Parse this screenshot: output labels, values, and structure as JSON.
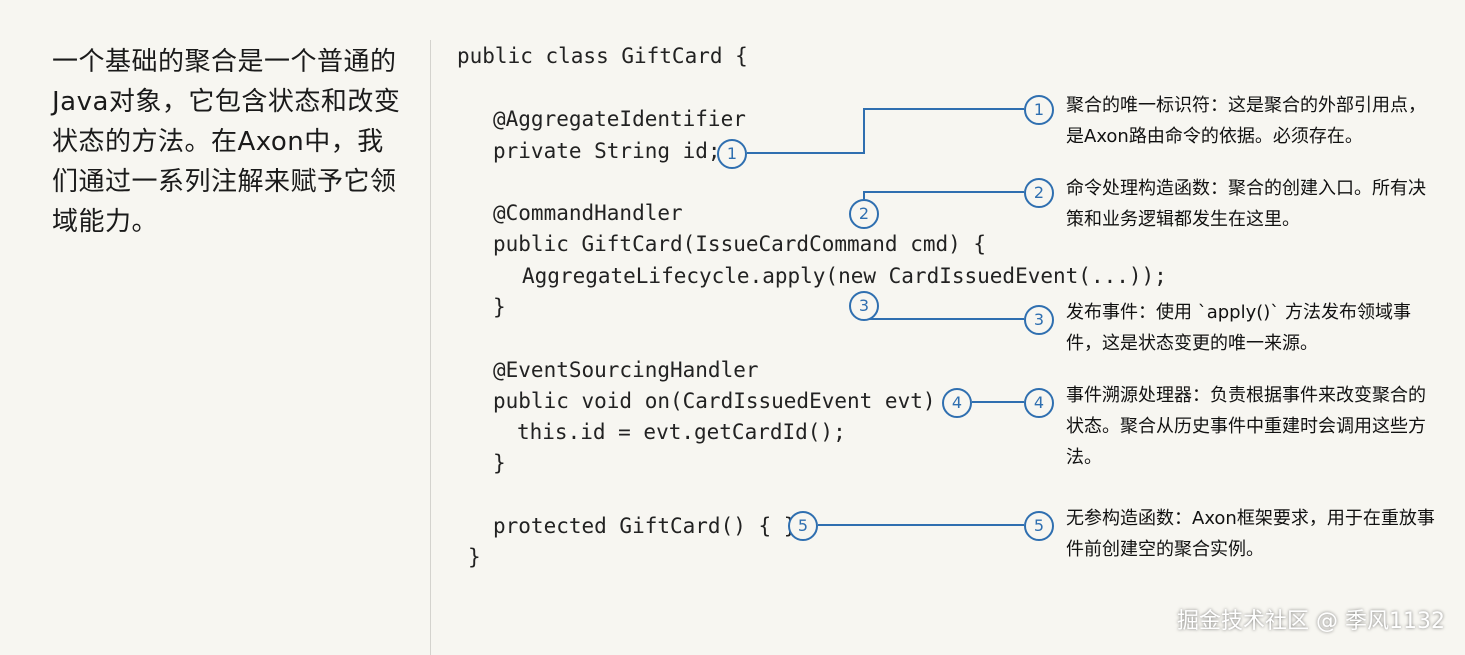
{
  "intro": "一个基础的聚合是一个普通的Java对象，它包含状态和改变状态的方法。在Axon中，我们通过一系列注解来赋予它领域能力。",
  "code": {
    "class_decl": "public class GiftCard {",
    "annotation_id": "@AggregateIdentifier",
    "field_id": "private String id;",
    "annotation_cmd": "@CommandHandler",
    "ctor_decl": "public GiftCard(IssueCardCommand cmd) {",
    "apply_call": "AggregateLifecycle.apply(new CardIssuedEvent(...));",
    "close_ctor": "}",
    "annotation_es": "@EventSourcingHandler",
    "on_decl": "public void on(CardIssuedEvent evt) {",
    "assign": "this.id = evt.getCardId();",
    "close_on": "}",
    "default_ctor": "protected GiftCard() { }",
    "close_class": "}"
  },
  "markers": [
    "1",
    "2",
    "3",
    "4",
    "5"
  ],
  "notes": [
    "聚合的唯一标识符：这是聚合的外部引用点，是Axon路由命令的依据。必须存在。",
    "命令处理构造函数：聚合的创建入口。所有决策和业务逻辑都发生在这里。",
    "发布事件：使用 `apply()` 方法发布领域事件，这是状态变更的唯一来源。",
    "事件溯源处理器：负责根据事件来改变聚合的状态。聚合从历史事件中重建时会调用这些方法。",
    "无参构造函数：Axon框架要求，用于在重放事件前创建空的聚合实例。"
  ],
  "watermark": "掘金技术社区 @ 季风1132",
  "colors": {
    "background": "#f7f6f1",
    "accent": "#2f6fb0",
    "divider": "#d4d3ce"
  }
}
